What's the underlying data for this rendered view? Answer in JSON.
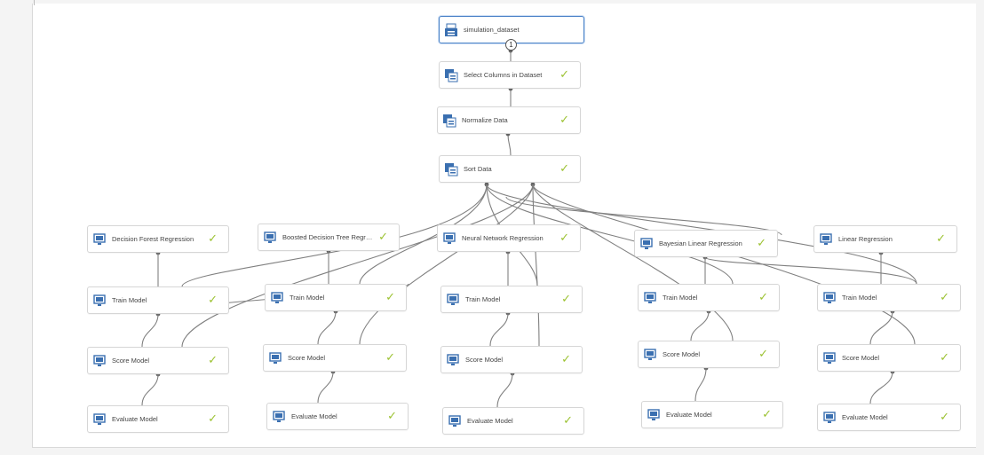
{
  "colors": {
    "wire": "#808080",
    "check": "#9cc232",
    "selected_border": "#4a82c7",
    "icon_blue": "#3a6fb0"
  },
  "nodes": {
    "dataset": {
      "label": "simulation_dataset",
      "output_count": "1"
    },
    "select_columns": {
      "label": "Select Columns in Dataset",
      "status": "✓"
    },
    "normalize": {
      "label": "Normalize Data",
      "status": "✓"
    },
    "sort": {
      "label": "Sort Data",
      "status": "✓"
    },
    "col1": {
      "model": "Decision Forest Regression",
      "train": "Train Model",
      "score": "Score Model",
      "evaluate": "Evaluate Model"
    },
    "col2": {
      "model": "Boosted Decision Tree Regre...",
      "train": "Train Model",
      "score": "Score Model",
      "evaluate": "Evaluate Model"
    },
    "col3": {
      "model": "Neural Network Regression",
      "train": "Train Model",
      "score": "Score Model",
      "evaluate": "Evaluate Model"
    },
    "col4": {
      "model": "Bayesian Linear Regression",
      "train": "Train Model",
      "score": "Score Model",
      "evaluate": "Evaluate Model"
    },
    "col5": {
      "model": "Linear Regression",
      "train": "Train Model",
      "score": "Score Model",
      "evaluate": "Evaluate Model"
    },
    "check": "✓"
  }
}
